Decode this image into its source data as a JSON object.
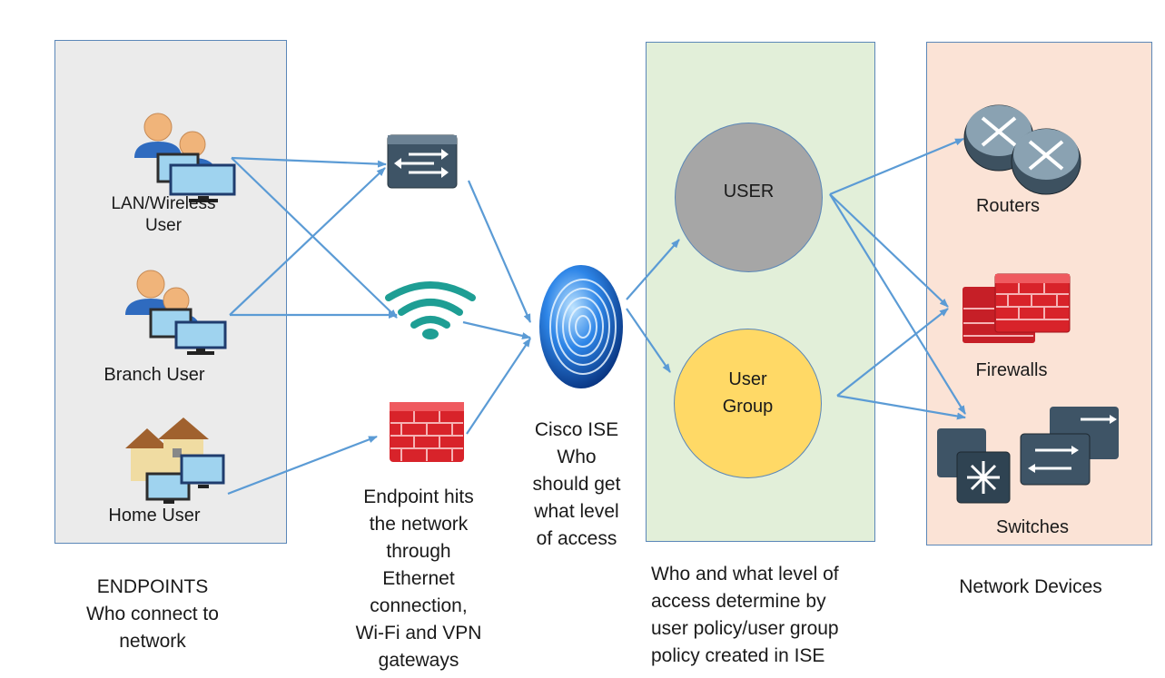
{
  "endpoints": {
    "lan_user": [
      "LAN/Wireless",
      "User"
    ],
    "branch_user": "Branch User",
    "home_user": "Home User",
    "caption": [
      "ENDPOINTS",
      "Who connect to",
      "network"
    ]
  },
  "access": {
    "caption": [
      "Endpoint hits",
      "the network",
      "through",
      "Ethernet",
      "connection,",
      "Wi-Fi and VPN",
      "gateways"
    ]
  },
  "ise": {
    "caption": [
      "Cisco ISE",
      "Who",
      "should get",
      "what level",
      "of access"
    ]
  },
  "policy": {
    "user": "USER",
    "user_group": [
      "User",
      "Group"
    ],
    "caption": [
      "Who and what level of",
      "access determine by",
      "user policy/user group",
      "policy created in ISE"
    ]
  },
  "devices": {
    "routers": "Routers",
    "firewalls": "Firewalls",
    "switches": "Switches",
    "caption": "Network Devices"
  },
  "colors": {
    "endpoint_panel": "#ebebeb",
    "policy_panel": "#e2efd9",
    "device_panel": "#fbe3d6",
    "arrow": "#5b9bd5",
    "user_circle": "#a6a6a6",
    "group_circle": "#ffd966"
  }
}
